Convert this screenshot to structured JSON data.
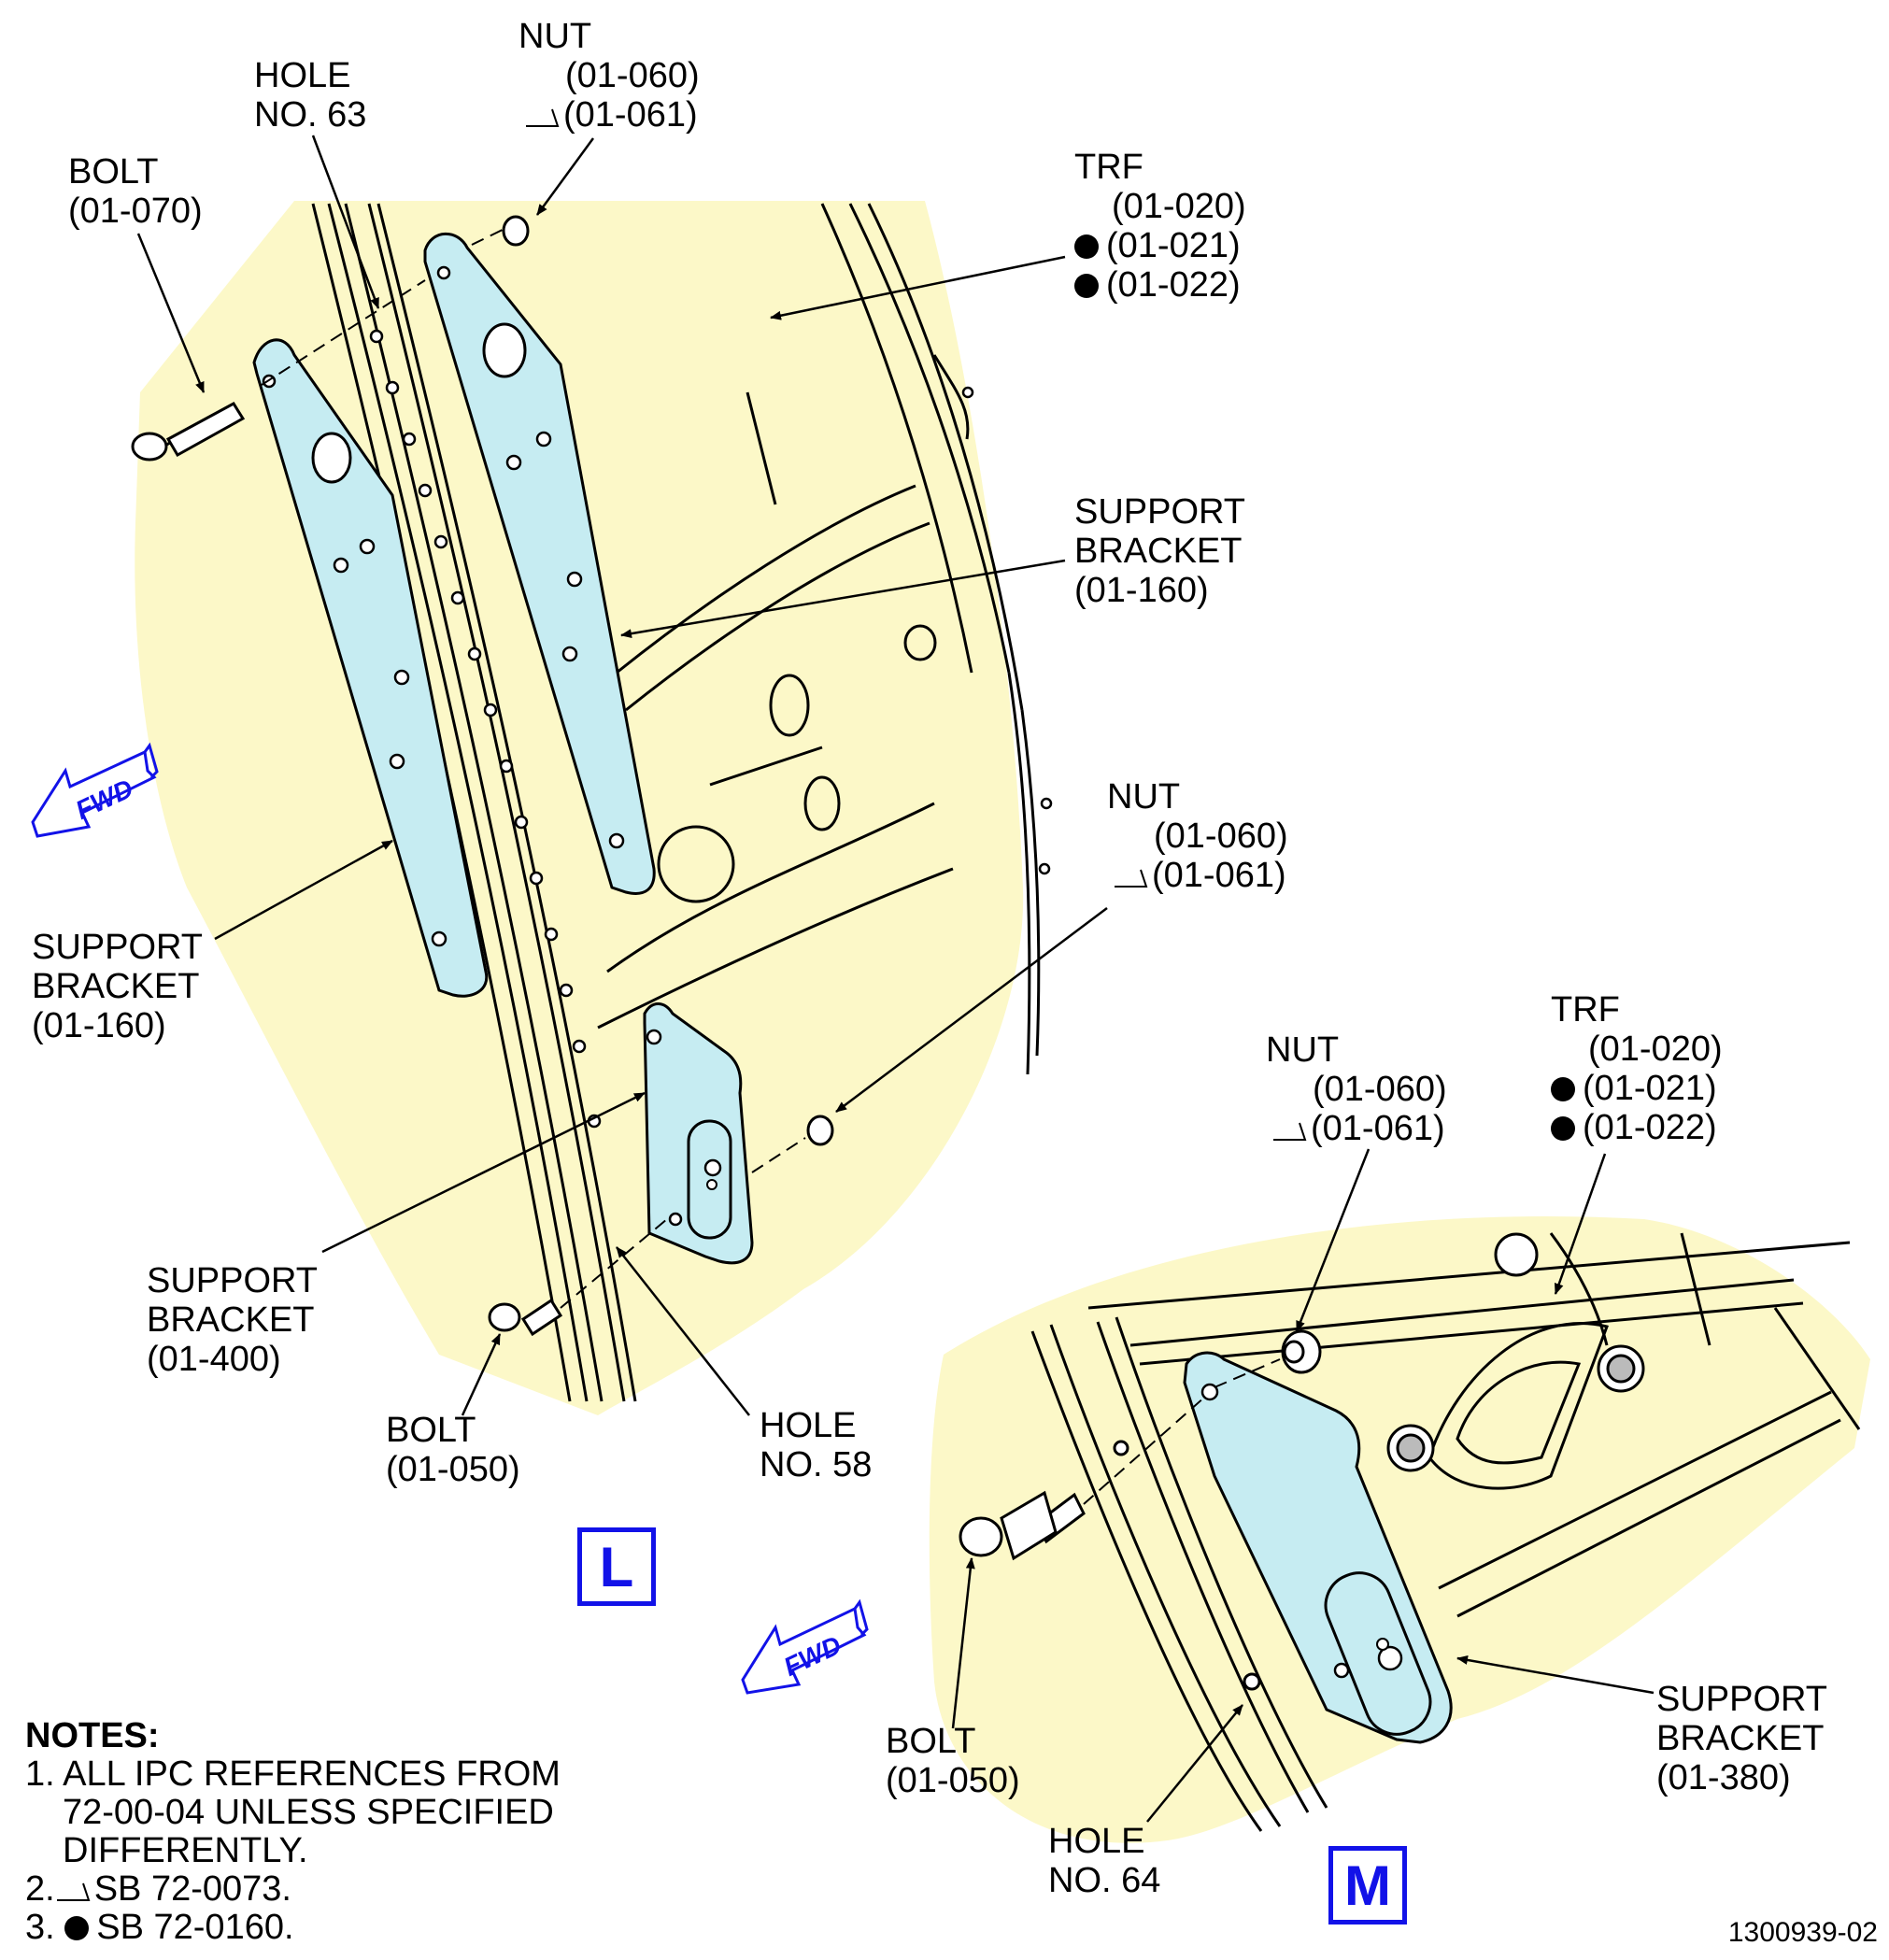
{
  "figure_number": "1300939-02",
  "colors": {
    "zone": "#fcf8c8",
    "part": "#c6ecf2",
    "blue": "#1212e8",
    "ink": "#000000"
  },
  "view_l": {
    "view_label": "L",
    "fwd_label": "FWD",
    "nut_top": {
      "name": "NUT",
      "ref1": "(01-060)",
      "ref2": "(01-061)"
    },
    "hole_63": {
      "line1": "HOLE",
      "line2": "NO. 63"
    },
    "bolt_070": {
      "name": "BOLT",
      "ref": "(01-070)"
    },
    "trf": {
      "name": "TRF",
      "ref1": "(01-020)",
      "ref2": "(01-021)",
      "ref3": "(01-022)"
    },
    "support_right": {
      "line1": "SUPPORT",
      "line2": "BRACKET",
      "ref": "(01-160)"
    },
    "support_left": {
      "line1": "SUPPORT",
      "line2": "BRACKET",
      "ref": "(01-160)"
    },
    "nut_mid": {
      "name": "NUT",
      "ref1": "(01-060)",
      "ref2": "(01-061)"
    },
    "support_400": {
      "line1": "SUPPORT",
      "line2": "BRACKET",
      "ref": "(01-400)"
    },
    "bolt_050": {
      "name": "BOLT",
      "ref": "(01-050)"
    },
    "hole_58": {
      "line1": "HOLE",
      "line2": "NO. 58"
    }
  },
  "view_m": {
    "view_label": "M",
    "fwd_label": "FWD",
    "nut": {
      "name": "NUT",
      "ref1": "(01-060)",
      "ref2": "(01-061)"
    },
    "trf": {
      "name": "TRF",
      "ref1": "(01-020)",
      "ref2": "(01-021)",
      "ref3": "(01-022)"
    },
    "bolt": {
      "name": "BOLT",
      "ref": "(01-050)"
    },
    "support_380": {
      "line1": "SUPPORT",
      "line2": "BRACKET",
      "ref": "(01-380)"
    },
    "hole_64": {
      "line1": "HOLE",
      "line2": "NO. 64"
    }
  },
  "notes": {
    "title": "NOTES:",
    "n1_line1": "1. ALL IPC REFERENCES FROM",
    "n1_line2": "72-00-04 UNLESS SPECIFIED",
    "n1_line3": "DIFFERENTLY.",
    "n2_num": "2.",
    "n2_text": "SB 72-0073.",
    "n3_num": "3.",
    "n3_text": "SB 72-0160."
  }
}
